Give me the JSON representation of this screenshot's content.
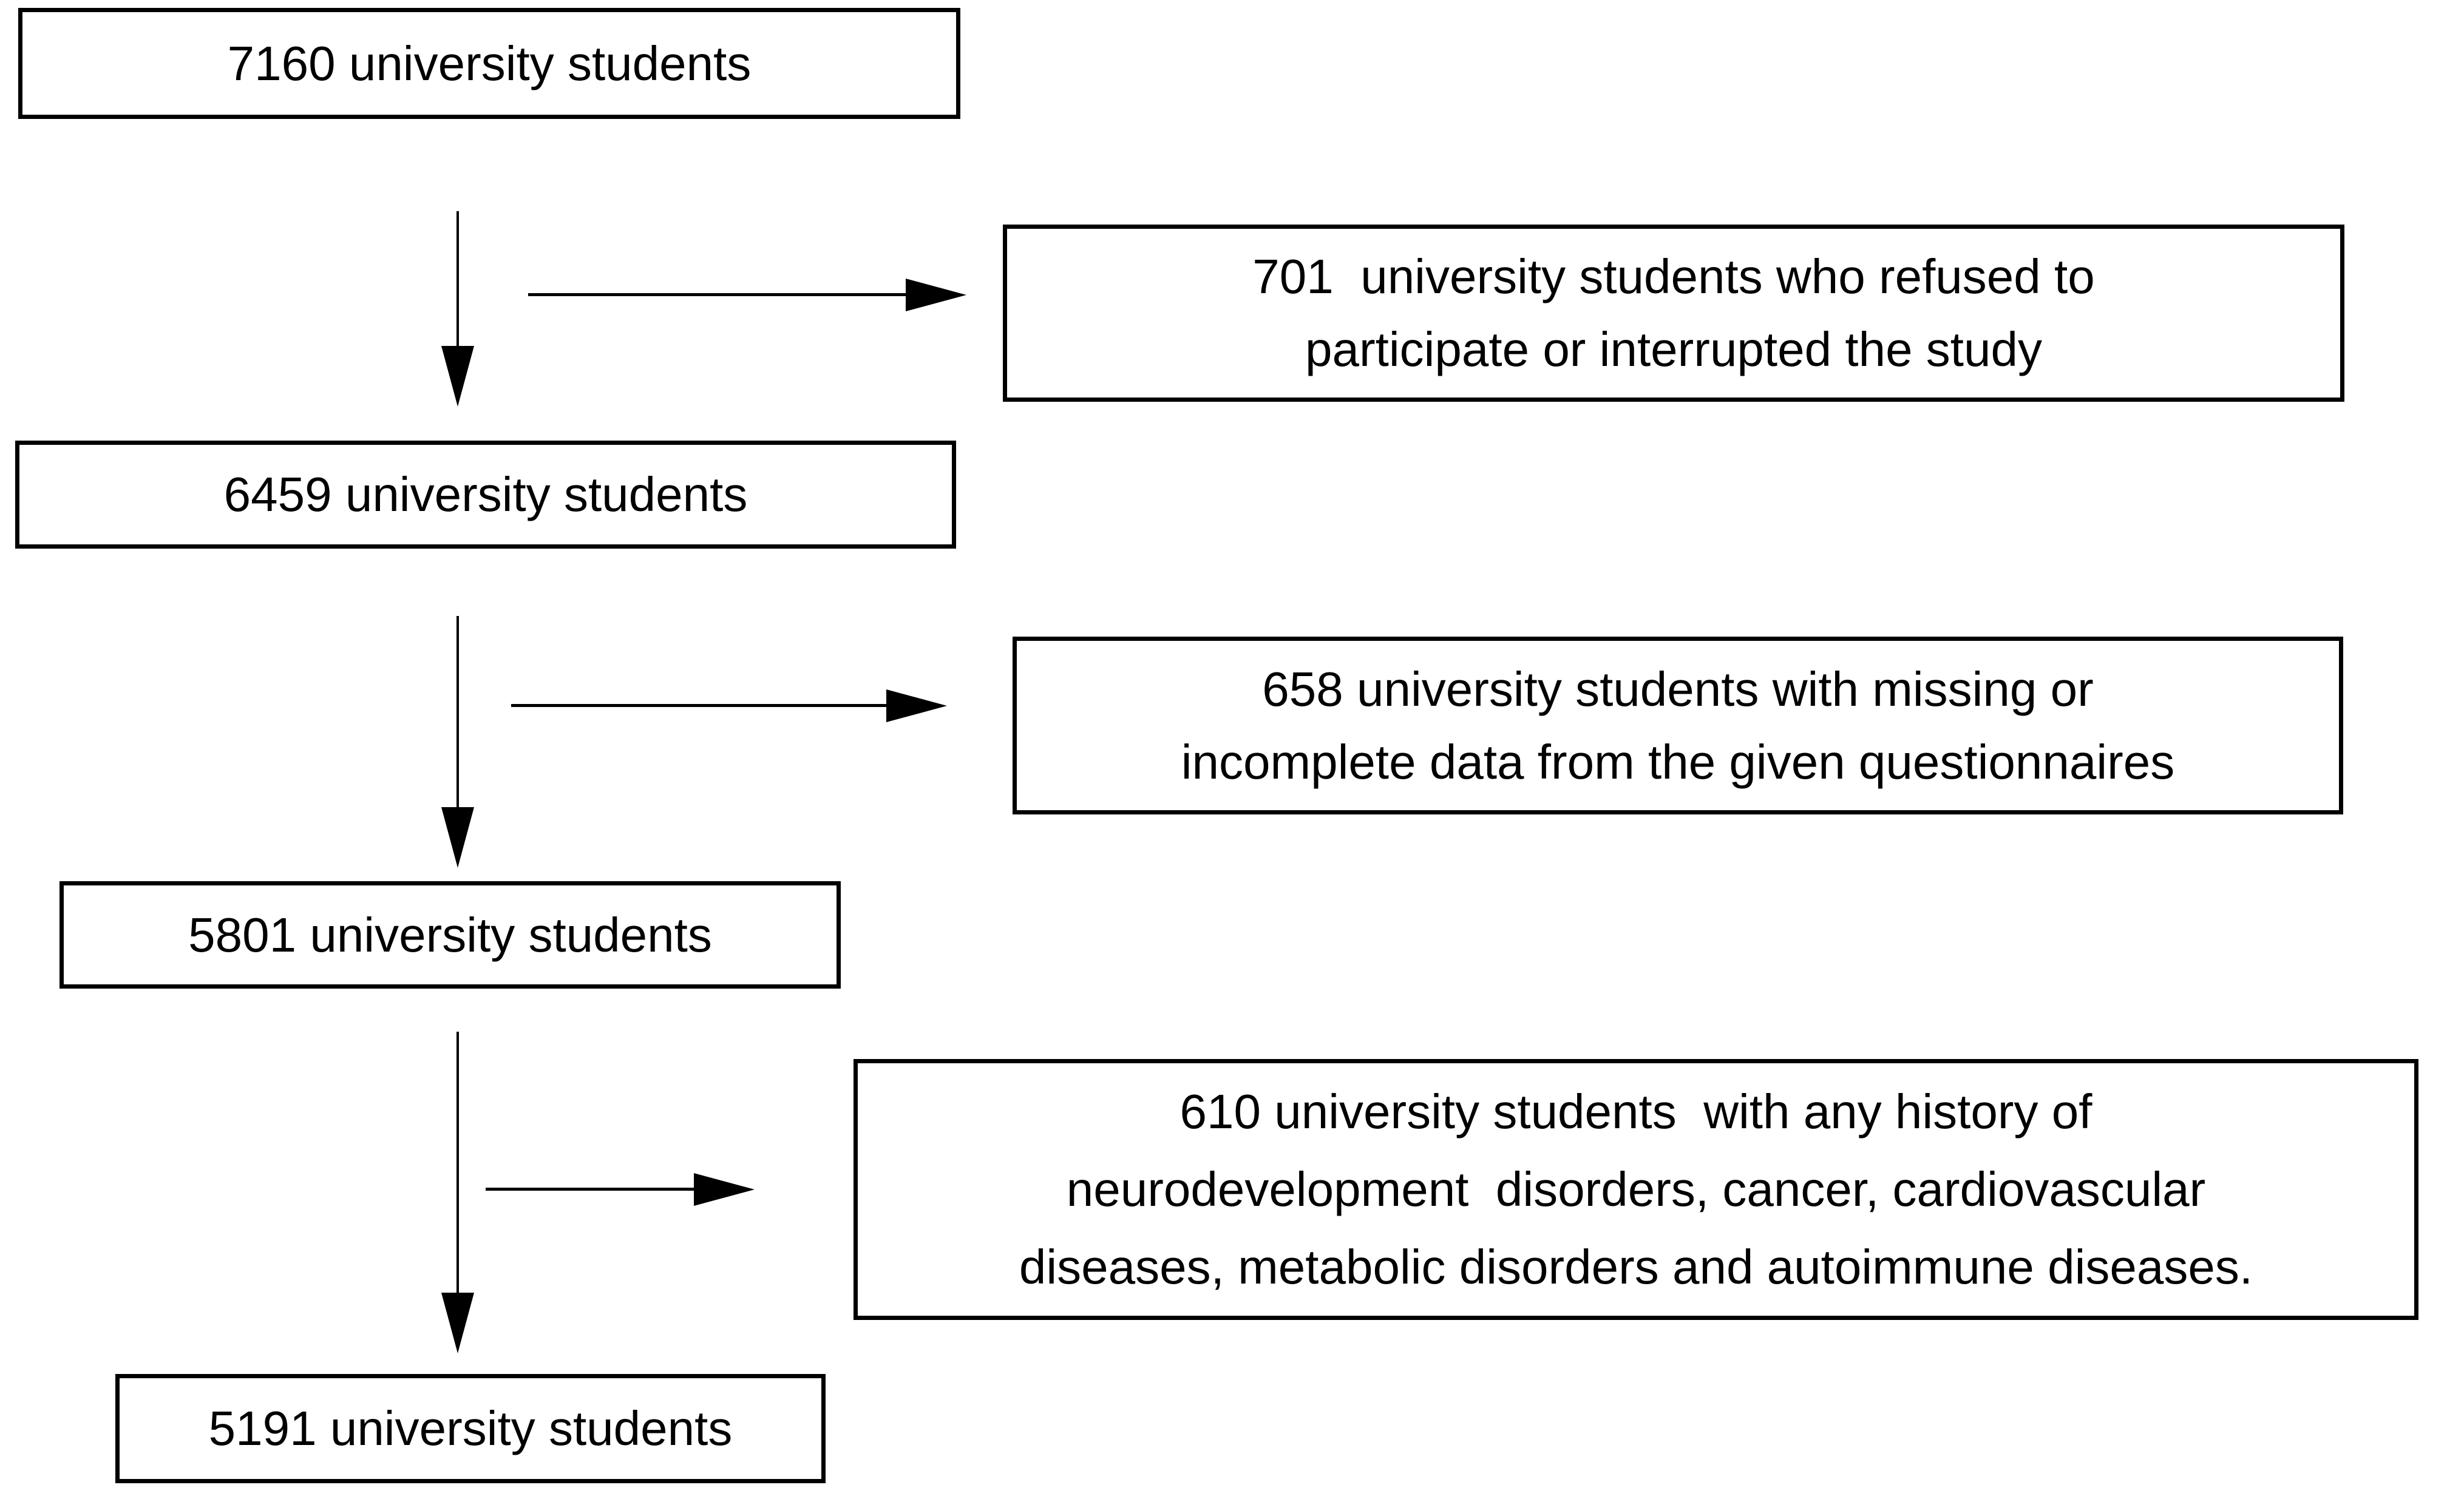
{
  "diagram": {
    "type": "participant-flow-chart",
    "background": "#ffffff",
    "line_color": "#000000",
    "text_color": "#000000"
  },
  "flow_boxes": [
    {
      "label": "7160 university students"
    },
    {
      "label": "6459 university students"
    },
    {
      "label": "5801 university students"
    },
    {
      "label": "5191 university students"
    }
  ],
  "exclusion_boxes": [
    {
      "lines": [
        "701  university students who refused to",
        "participate or interrupted the study"
      ]
    },
    {
      "lines": [
        "658 university students with missing or",
        "incomplete data from the given questionnaires"
      ]
    },
    {
      "lines": [
        "610 university students  with any history of",
        "neurodevelopment  disorders, cancer, cardiovascular",
        "diseases, metabolic disorders and autoimmune diseases."
      ]
    }
  ]
}
